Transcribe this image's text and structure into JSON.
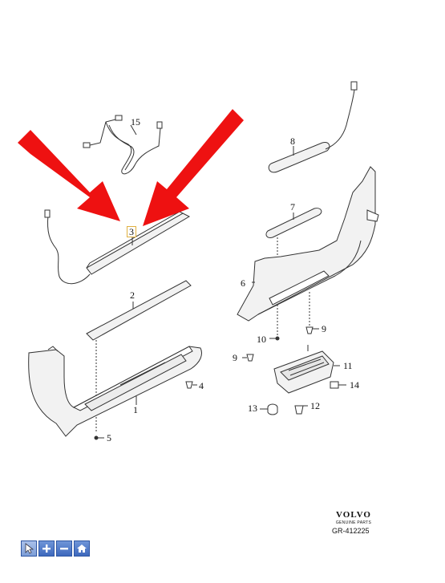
{
  "callouts": [
    {
      "label": "1"
    },
    {
      "label": "2"
    },
    {
      "label": "3"
    },
    {
      "label": "4"
    },
    {
      "label": "5"
    },
    {
      "label": "6"
    },
    {
      "label": "7"
    },
    {
      "label": "8"
    },
    {
      "label": "9"
    },
    {
      "label": "9"
    },
    {
      "label": "10"
    },
    {
      "label": "11"
    },
    {
      "label": "12"
    },
    {
      "label": "13"
    },
    {
      "label": "14"
    },
    {
      "label": "15"
    }
  ],
  "brand": {
    "name": "VOLVO",
    "sub": "GENUINE PARTS"
  },
  "reference": "GR-412225",
  "toolbar": [
    {
      "icon": "cursor-icon"
    },
    {
      "icon": "plus-icon"
    },
    {
      "icon": "minus-icon"
    },
    {
      "icon": "home-icon"
    }
  ],
  "colors": {
    "arrow": "#ee1111",
    "part_fill": "#f2f2f2",
    "outline": "#333333",
    "toolbar": "#4a74c6"
  }
}
